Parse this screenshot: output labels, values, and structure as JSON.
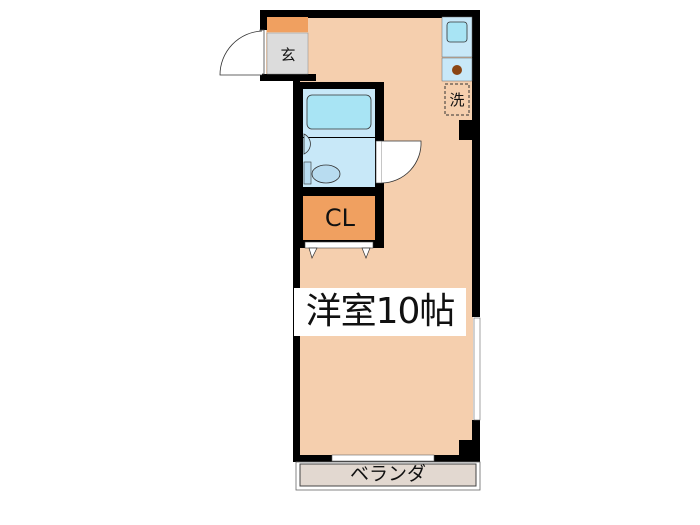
{
  "floor_plan": {
    "room_label": "洋室10帖",
    "closet_label": "CL",
    "entrance_label": "玄",
    "washer_label": "洗",
    "balcony_label": "ベランダ"
  },
  "colors": {
    "room_floor": "#f5cfae",
    "closet": "#f0a060",
    "entrance": "#dcdcdc",
    "wet_area": "#c8e8f8",
    "balcony": "#e2d8d0",
    "wall": "#000000"
  }
}
